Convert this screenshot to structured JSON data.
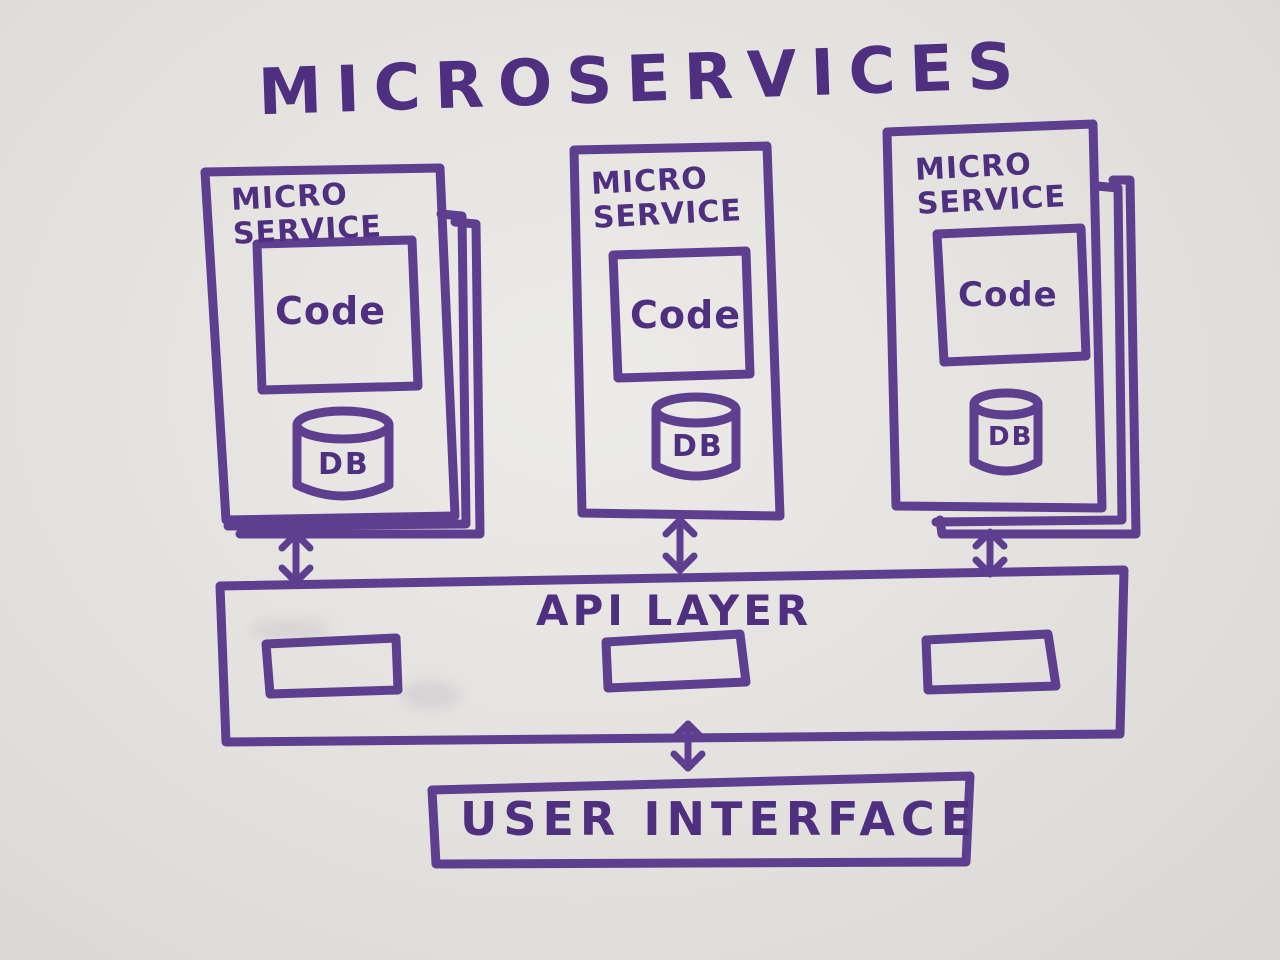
{
  "title": "MICROSERVICES",
  "services": [
    {
      "title": "MICRO\nSERVICE",
      "code_label": "Code",
      "db_label": "DB"
    },
    {
      "title": "MICRO\nSERVICE",
      "code_label": "Code",
      "db_label": "DB"
    },
    {
      "title": "MICRO\nSERVICE",
      "code_label": "Code",
      "db_label": "DB"
    }
  ],
  "api_layer": "API LAYER",
  "user_interface": "USER INTERFACE",
  "ink_color": "#5e3f8f"
}
